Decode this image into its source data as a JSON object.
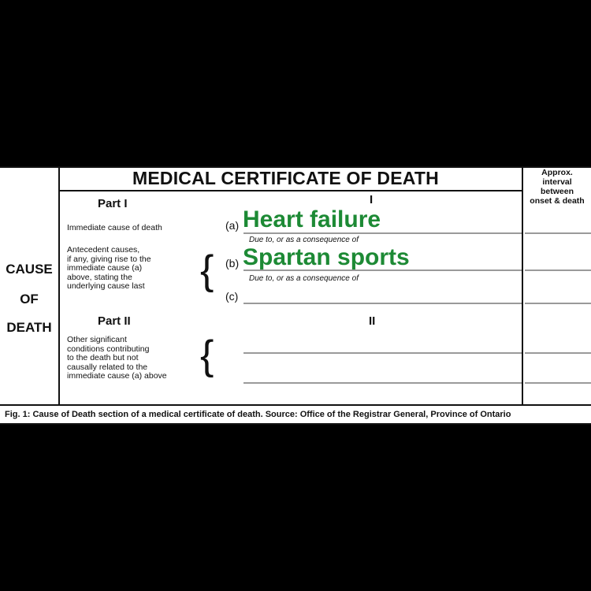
{
  "certificate": {
    "title": "MEDICAL CERTIFICATE OF DEATH",
    "side_label": [
      "CAUSE",
      "OF",
      "DEATH"
    ],
    "approx_interval": "Approx. interval between onset & death",
    "approx_lines": [
      "Approx.",
      "interval",
      "between",
      "onset & death"
    ],
    "part1": {
      "heading": "Part I",
      "roman_marker": "I",
      "immediate_cause_label": "Immediate cause of death",
      "antecedent_label_lines": [
        "Antecedent causes,",
        "if any, giving rise to the",
        "immediate cause (a)",
        "above, stating the",
        "underlying cause last"
      ],
      "line_a": "(a)",
      "line_b": "(b)",
      "line_c": "(c)",
      "due_to": "Due to, or as a consequence of",
      "entry_a": "Heart failure",
      "entry_b": "Spartan sports"
    },
    "part2": {
      "heading": "Part II",
      "roman_marker": "II",
      "label_lines": [
        "Other significant",
        "conditions contributing",
        "to the death but not",
        "causally related to the",
        "immediate cause (a) above"
      ]
    },
    "caption": "Fig. 1: Cause of Death section of a medical certificate of death. Source: Office of the Registrar General, Province of Ontario"
  },
  "colors": {
    "handwriting": "#1d8a35",
    "background": "#000000",
    "form": "#ffffff"
  }
}
